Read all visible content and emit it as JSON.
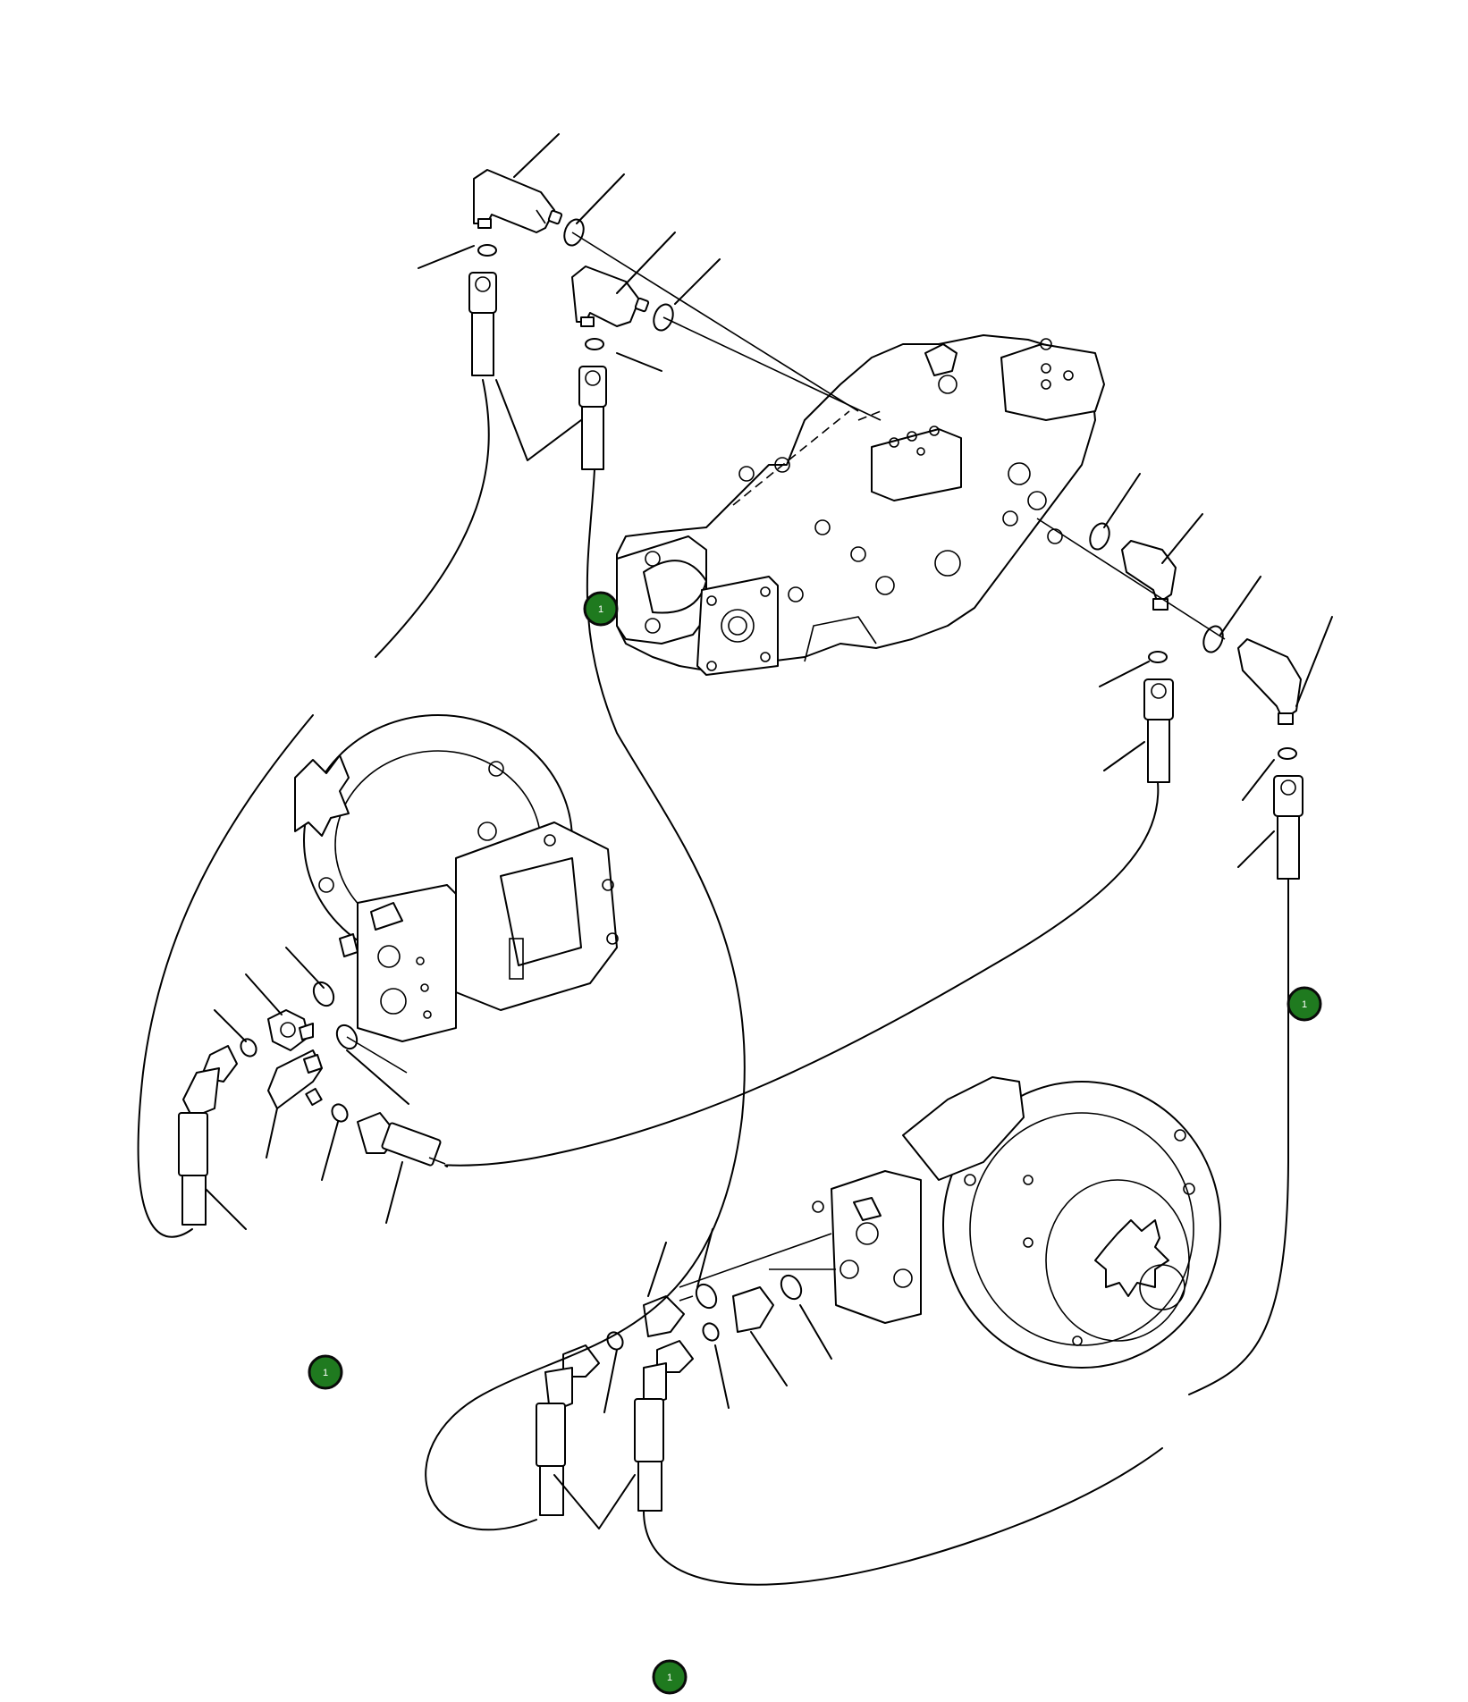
{
  "diagram": {
    "callouts": [
      {
        "id": "callout-1",
        "label": "1"
      },
      {
        "id": "callout-2",
        "label": "1"
      },
      {
        "id": "callout-3",
        "label": "1"
      },
      {
        "id": "callout-4",
        "label": "1"
      }
    ],
    "colors": {
      "line": "#000000",
      "callout_fill": "#1f7a1f",
      "callout_text": "#ffffff",
      "background": "#ffffff"
    }
  }
}
